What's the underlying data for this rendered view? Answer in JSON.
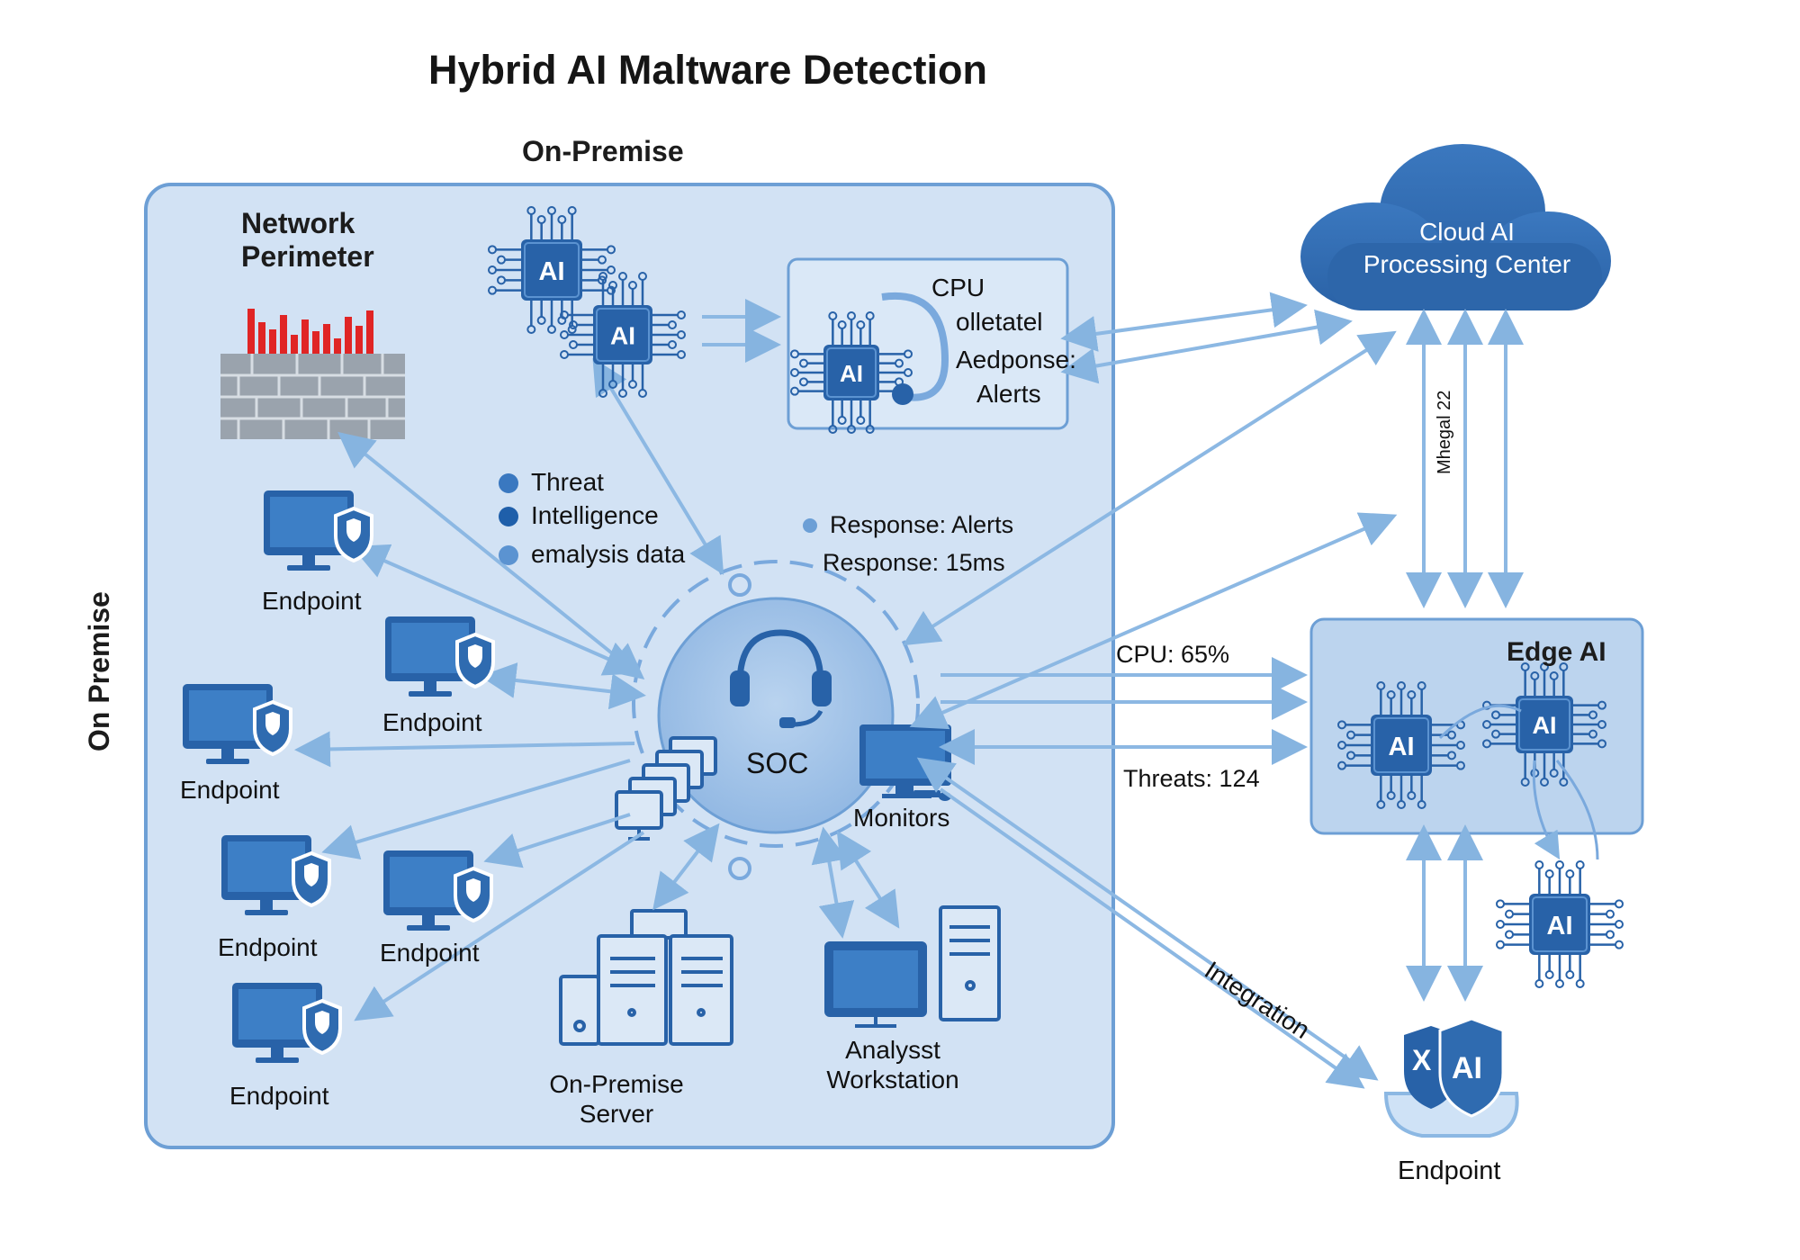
{
  "title": "Hybrid AI Maltware Detection",
  "onprem": {
    "heading": "On-Premise",
    "side_label": "On Premise",
    "network_perimeter": "Network\nPerimeter",
    "cpu_box": {
      "lines": [
        "CPU",
        "olletatel",
        "Aedponse:",
        "Alerts"
      ],
      "chip": "AI"
    },
    "chip_labels": [
      "AI",
      "AI"
    ],
    "legend": [
      "Threat",
      "Intelligence",
      "emalysis data"
    ],
    "response": [
      "Response: Alerts",
      "Response: 15ms"
    ],
    "soc": "SOC",
    "monitors": "Monitors",
    "endpoint": "Endpoint",
    "server": "On-Premise\nServer",
    "workstation": "Analysst\nWorkstation"
  },
  "cloud": {
    "label": "Cloud AI\nProcessing Center",
    "vertical_label": "Mhegal 22"
  },
  "edge": {
    "label": "Edge AI",
    "chips": [
      "AI",
      "AI",
      "AI"
    ]
  },
  "metrics": {
    "cpu": "CPU: 65%",
    "threats": "Threats: 124"
  },
  "integration": "Integration",
  "endpoint_right": {
    "label": "Endpoint",
    "shield_x": "X",
    "shield_ai": "AI"
  },
  "colors": {
    "panel": "#cfe0f3",
    "panel_border": "#6a9ed4",
    "accent": "#2862a8",
    "arrow": "#8cb8e3",
    "cloud": "#2f6bb0"
  }
}
